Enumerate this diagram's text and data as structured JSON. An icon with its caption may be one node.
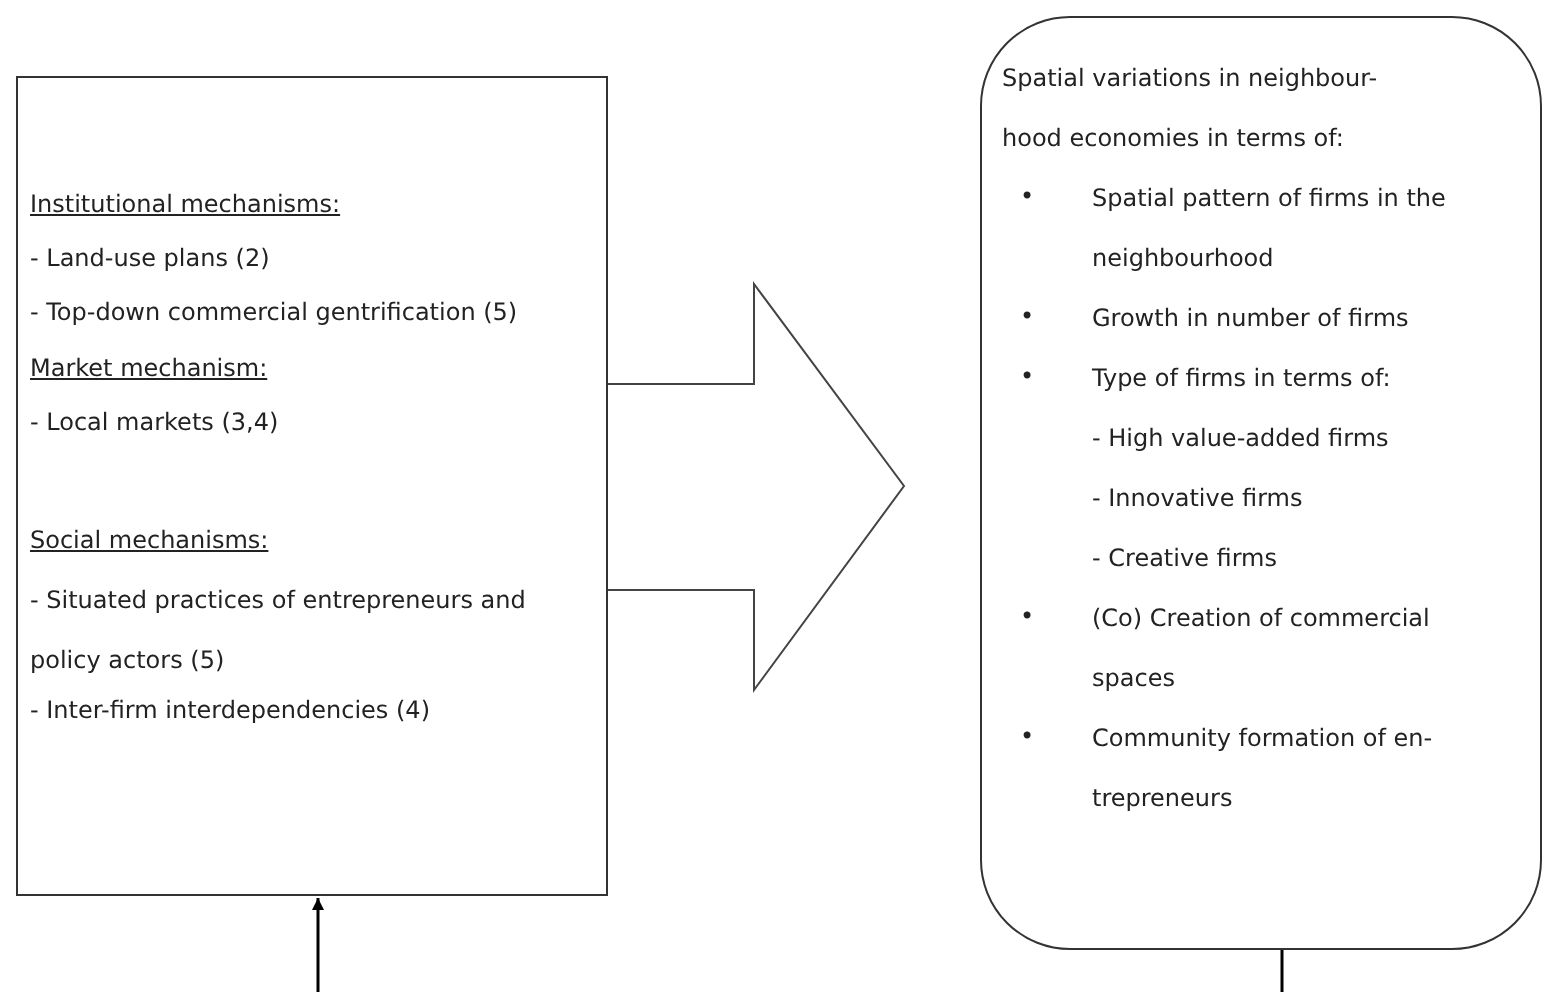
{
  "diagram": {
    "nodes": [
      {
        "text": [
          "Institutional mechanisms:",
          "- Land-use plans (2)",
          "- Top-down commercial gentrification (5)",
          "Market mechanism:",
          "- Local markets (3,4)",
          "Social mechanisms:",
          "- Situated practices of entrepreneurs and policy actors (5)",
          "- Inter-firm interdependencies (4)"
        ]
      },
      {
        "text": [
          "Spatial variations in neighbour- hood economies in terms of:",
          "Spatial pattern of firms in the neighbourhood",
          "Growth in number of firms",
          "Type of firms in terms of:",
          "- High value-added  firms",
          "- Innovative firms",
          "- Creative firms",
          "(Co) Creation of commercial spaces",
          "Community formation of en- trepreneurs"
        ]
      }
    ],
    "edges": [
      {
        "from": 0,
        "to": 1,
        "arrow": "to",
        "style": "thick"
      },
      {
        "from": null,
        "to": 0,
        "arrow": "to"
      },
      {
        "from": 1,
        "to": null,
        "arrow": "none"
      }
    ],
    "labels": [
      "•",
      "•",
      "•",
      "•",
      "•"
    ]
  }
}
